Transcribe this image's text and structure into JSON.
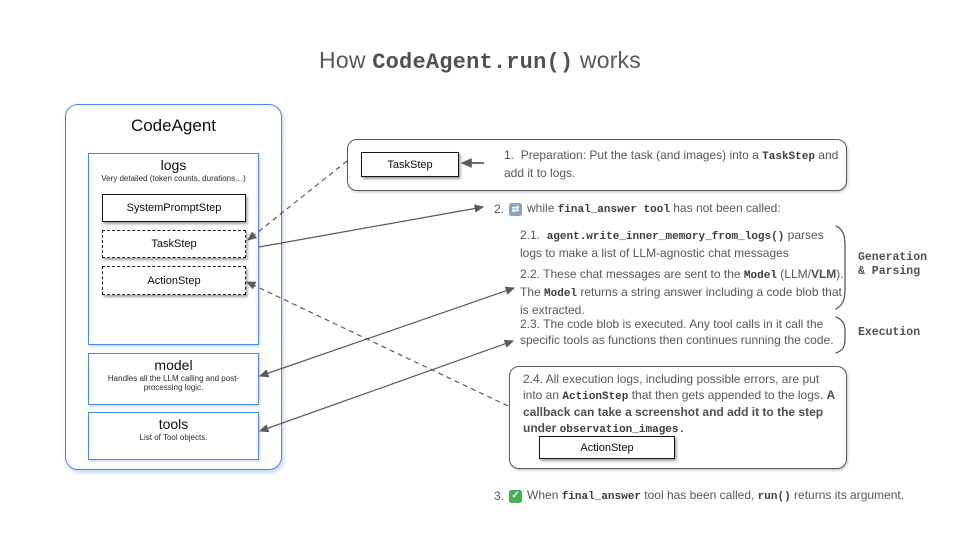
{
  "title": {
    "pre": "How ",
    "code": "CodeAgent.run()",
    "post": " works"
  },
  "agent_panel": {
    "title": "CodeAgent",
    "logs": {
      "title": "logs",
      "subtitle": "Very detailed (token counts, durations…)",
      "steps": [
        "SystemPromptStep",
        "TaskStep",
        "ActionStep"
      ]
    },
    "model": {
      "title": "model",
      "subtitle": "Handles all the LLM calling and post-processing logic."
    },
    "tools": {
      "title": "tools",
      "subtitle": "List of Tool objects."
    }
  },
  "flow": {
    "step1": {
      "num": "1.",
      "box_label": "TaskStep",
      "t1": "Preparation: Put the task (and images) into a ",
      "code1": "TaskStep",
      "t2": " and add it to logs."
    },
    "step2": {
      "num": "2.",
      "icon": "⇄",
      "t1": "while ",
      "code1": "final_answer tool",
      "t2": " has not been called:"
    },
    "step21": {
      "num": "2.1.",
      "code1": "agent.write_inner_memory_from_logs()",
      "t1": " parses logs to make a list of LLM-agnostic chat messages"
    },
    "step22": {
      "num": "2.2.",
      "t1": "These chat messages are sent to the ",
      "code1": "Model",
      "t2": " (LLM/",
      "b1": "VLM",
      "t3": "). The ",
      "code2": "Model",
      "t4": " returns a string answer including a code blob that is extracted."
    },
    "step23": {
      "num": "2.3.",
      "t1": "The code blob is executed. Any tool calls in it call the specific tools as functions then continues running the code."
    },
    "step24": {
      "num": "2.4.",
      "t1": "All execution logs, including possible errors, are put into an ",
      "code1": "ActionStep",
      "t2": " that then gets appended to the logs. ",
      "b1": "A callback can take a screenshot and add it to the step under ",
      "code2": "observation_images.",
      "box_label": "ActionStep"
    },
    "step3": {
      "num": "3.",
      "icon": "✓",
      "t1": "When ",
      "code1": "final_answer",
      "t2": " tool has been called, ",
      "code2": "run()",
      "t3": " returns its argument."
    },
    "labels": {
      "generation": "Generation\n& Parsing",
      "execution": "Execution"
    }
  },
  "colors": {
    "blue": "#4a86e8",
    "gray_border": "#595a5c",
    "text": "#54585c",
    "loop_icon_bg": "#84a8c2",
    "check_icon_bg": "#45b054"
  }
}
